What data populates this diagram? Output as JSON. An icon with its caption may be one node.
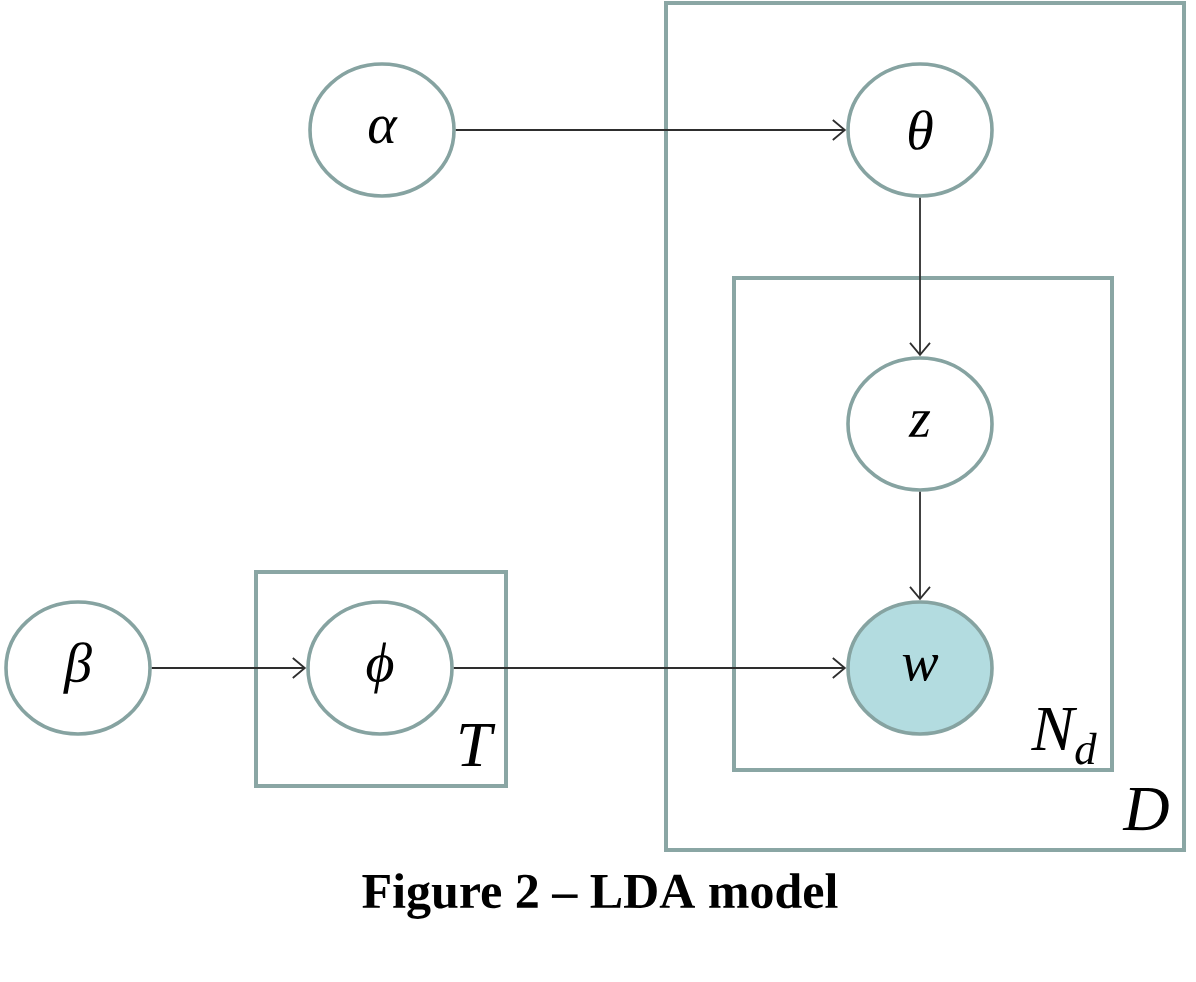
{
  "diagram": {
    "caption": "Figure 2 – LDA model",
    "nodes": [
      {
        "text": [
          "α"
        ]
      },
      {
        "text": [
          "D"
        ]
      },
      {
        "text": [
          "θ"
        ],
        "in": 1
      },
      {
        "text": [
          "N$_{d}$"
        ],
        "in": 1
      },
      {
        "text": [
          "z"
        ],
        "in": 3
      },
      {
        "text": [
          "w"
        ],
        "in": 3
      },
      {
        "text": [
          "β"
        ]
      },
      {
        "text": [
          "T"
        ]
      },
      {
        "text": [
          "ϕ"
        ],
        "in": 7
      }
    ],
    "edges": [
      {
        "from": 0,
        "to": 2,
        "arrow": "to"
      },
      {
        "from": 2,
        "to": 4,
        "arrow": "to"
      },
      {
        "from": 4,
        "to": 5,
        "arrow": "to"
      },
      {
        "from": 6,
        "to": 8,
        "arrow": "to"
      },
      {
        "from": 8,
        "to": 5,
        "arrow": "to"
      }
    ]
  }
}
